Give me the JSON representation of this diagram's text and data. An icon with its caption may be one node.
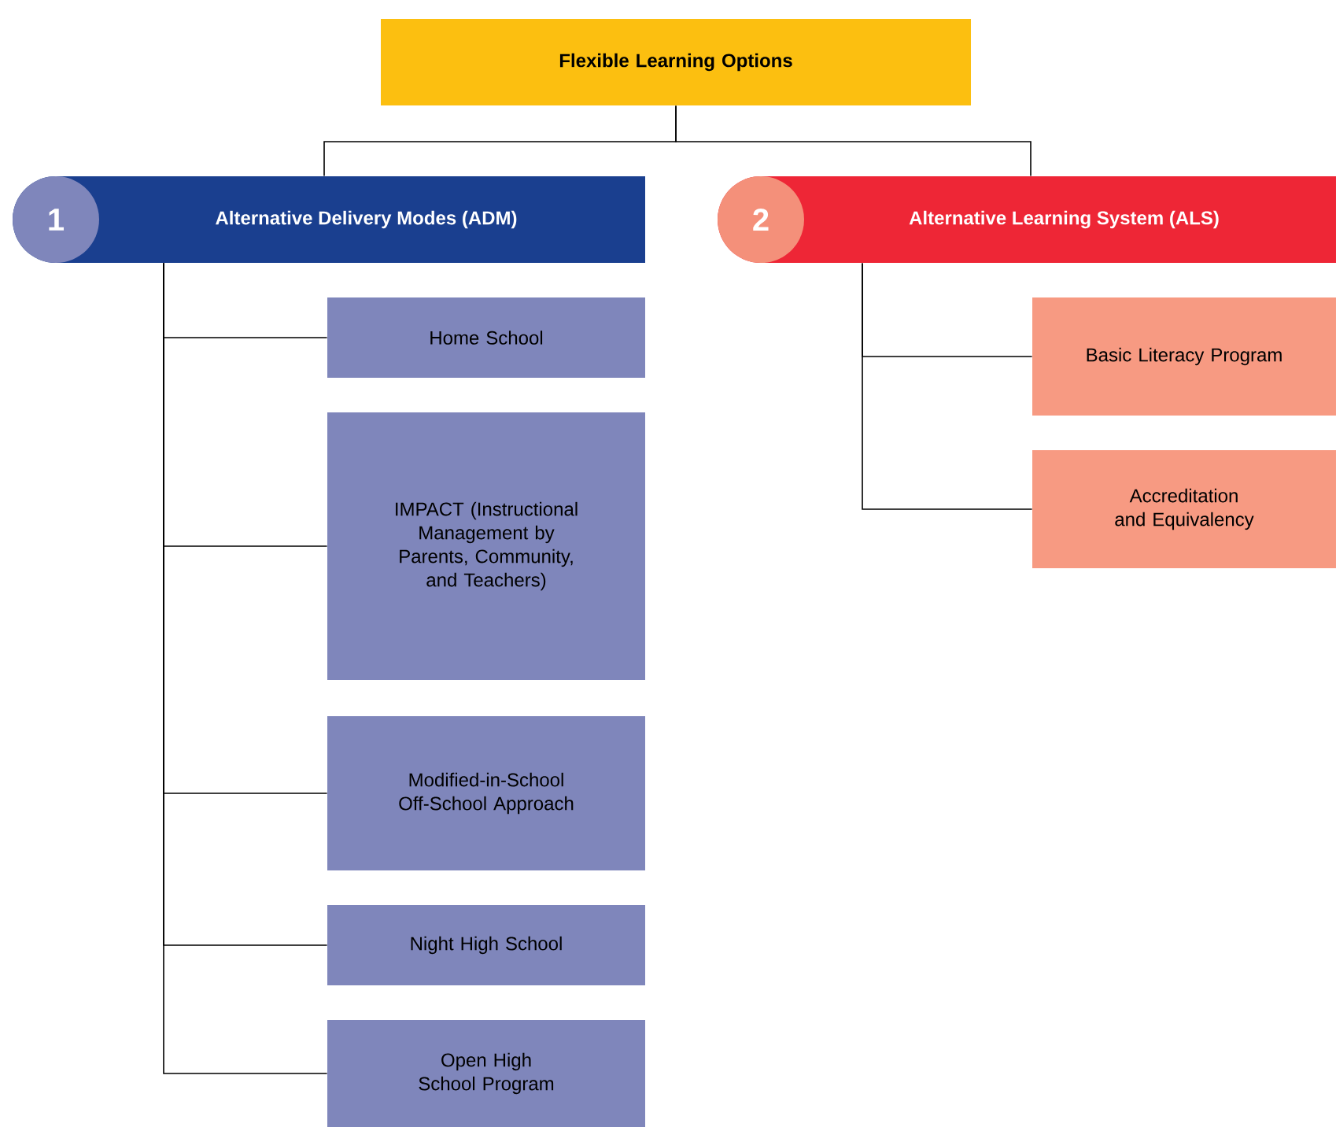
{
  "diagram": {
    "nodes": [
      {
        "text": [
          "Flexible Learning Options"
        ]
      },
      {
        "text": [
          "1",
          "Alternative Delivery Modes (ADM)"
        ]
      },
      {
        "text": [
          "2",
          "Alternative Learning System (ALS)"
        ]
      },
      {
        "text": [
          "Home School"
        ]
      },
      {
        "text": [
          "IMPACT (Instructional Management by Parents, Community, and Teachers)"
        ]
      },
      {
        "text": [
          "Modified-in-School Off-School Approach"
        ]
      },
      {
        "text": [
          "Night High School"
        ]
      },
      {
        "text": [
          "Open High School Program"
        ]
      },
      {
        "text": [
          "Basic Literacy Program"
        ]
      },
      {
        "text": [
          "Accreditation and Equivalency"
        ]
      }
    ],
    "edges": [
      {
        "from": 0,
        "to": 1,
        "arrow": "none"
      },
      {
        "from": 0,
        "to": 2,
        "arrow": "none"
      },
      {
        "from": 1,
        "to": 3,
        "arrow": "none"
      },
      {
        "from": 1,
        "to": 4,
        "arrow": "none"
      },
      {
        "from": 1,
        "to": 5,
        "arrow": "none"
      },
      {
        "from": 1,
        "to": 6,
        "arrow": "none"
      },
      {
        "from": 1,
        "to": 7,
        "arrow": "none"
      },
      {
        "from": 2,
        "to": 8,
        "arrow": "none"
      },
      {
        "from": 2,
        "to": 9,
        "arrow": "none"
      }
    ]
  }
}
